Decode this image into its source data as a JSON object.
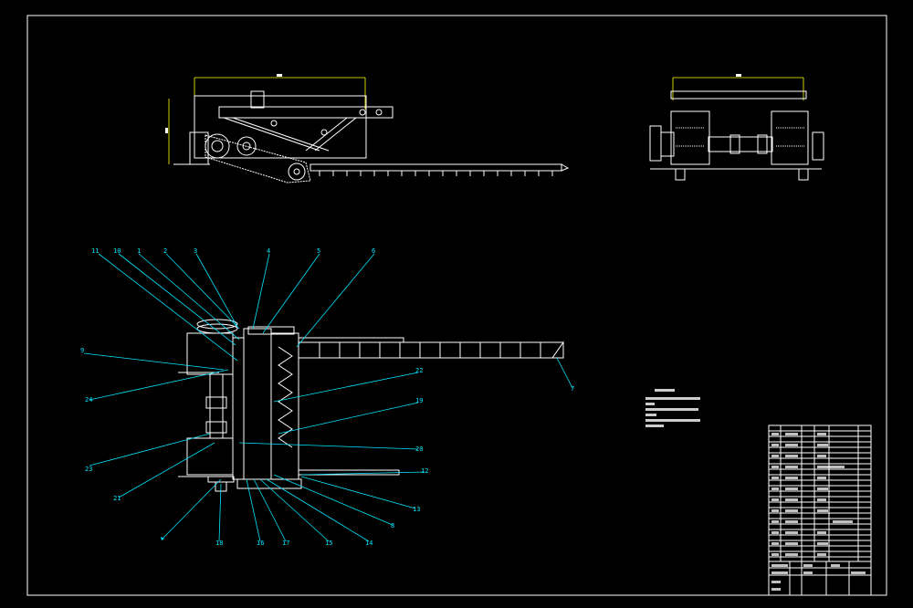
{
  "drawing": {
    "part_labels": [
      "11",
      "10",
      "1",
      "2",
      "3",
      "4",
      "5",
      "6",
      "9",
      "22",
      "24",
      "19",
      "20",
      "23",
      "21",
      "12",
      "13",
      "8",
      "18",
      "16",
      "17",
      "15",
      "14",
      "7"
    ]
  },
  "colors": {
    "background": "#000000",
    "lines": "#ffffff",
    "leaders": "#00e5ff",
    "dimensions": "#ffff00",
    "border": "#ffffff"
  }
}
